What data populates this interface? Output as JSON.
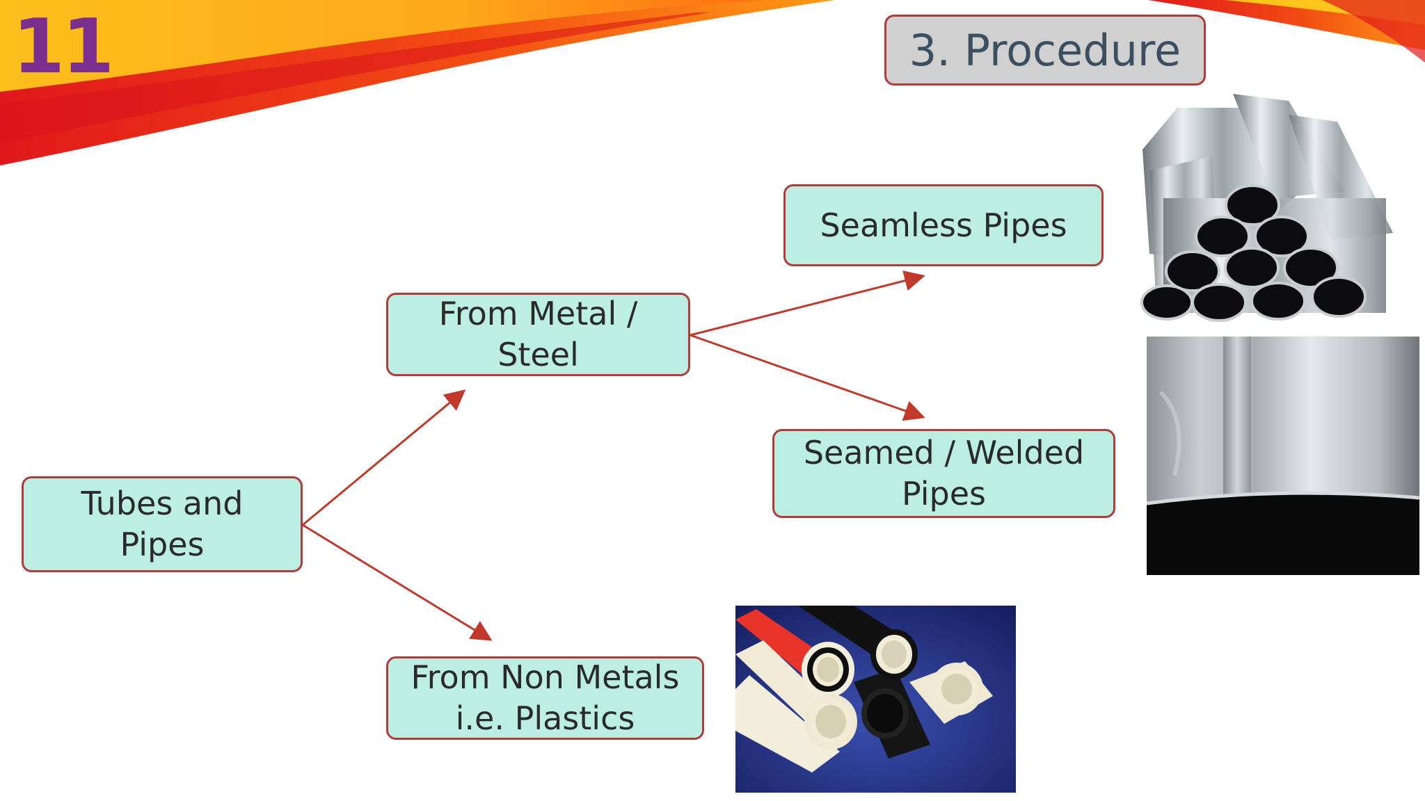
{
  "slide": {
    "number": "11",
    "title": "3. Procedure"
  },
  "diagram": {
    "root": "Tubes and Pipes",
    "metal": "From Metal / Steel",
    "nonmetal": "From Non Metals i.e. Plastics",
    "seamless": "Seamless Pipes",
    "welded": "Seamed / Welded Pipes"
  },
  "colors": {
    "node_fill": "#bdeee2",
    "border": "#b23a3a",
    "arrow": "#c0392b",
    "title_text": "#3b4f61",
    "slide_number": "#7a2e8e"
  }
}
